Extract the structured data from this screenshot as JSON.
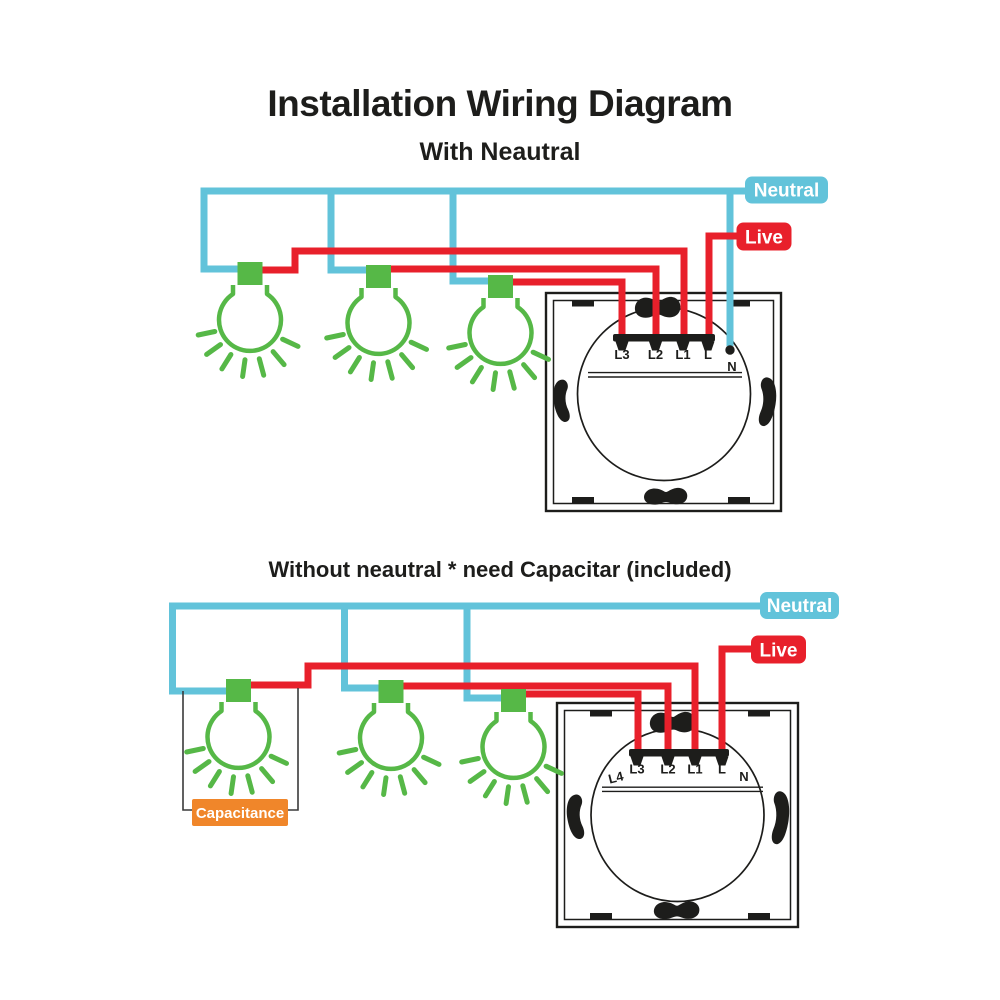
{
  "page": {
    "title": "Installation Wiring Diagram"
  },
  "colors": {
    "neutral": "#62C3DA",
    "live": "#E8202B",
    "lamp": "#56B847",
    "capacitor": "#F0862A",
    "ink": "#1D1D1B"
  },
  "diagram_with_neutral": {
    "subtitle": "With Neautral",
    "neutral_badge": "Neutral",
    "live_badge": "Live",
    "switch_terminals": {
      "l3": "L3",
      "l2": "L2",
      "l1": "L1",
      "l": "L",
      "n": "N"
    }
  },
  "diagram_without_neutral": {
    "subtitle": "Without neautral * need Capacitar (included)",
    "neutral_badge": "Neutral",
    "live_badge": "Live",
    "capacitor_label": "Capacitance",
    "switch_terminals": {
      "l4": "L4",
      "l3": "L3",
      "l2": "L2",
      "l1": "L1",
      "l": "L",
      "n": "N"
    }
  }
}
